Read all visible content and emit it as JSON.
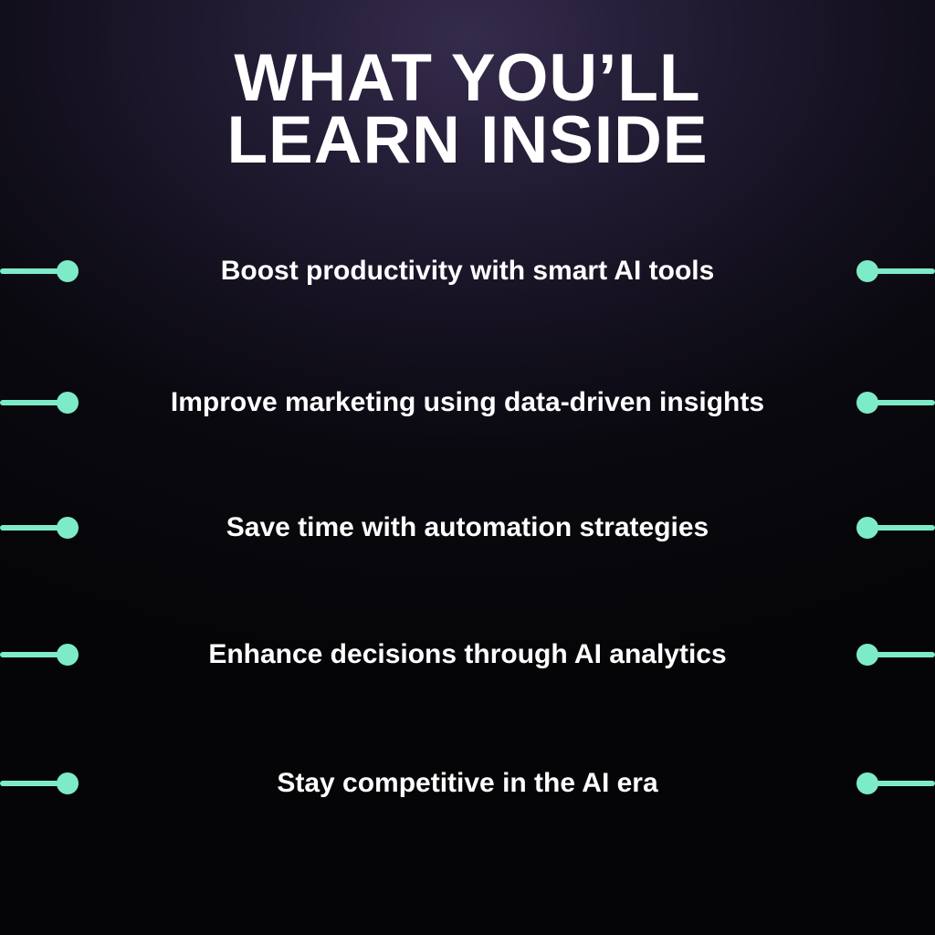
{
  "page": {
    "title_line1": "WHAT YOU’LL",
    "title_line2": "LEARN INSIDE"
  },
  "items": [
    {
      "label": "Boost productivity with smart AI tools"
    },
    {
      "label": "Improve marketing using data-driven insights"
    },
    {
      "label": "Save time with automation strategies"
    },
    {
      "label": "Enhance decisions through AI analytics"
    },
    {
      "label": "Stay competitive in the AI era"
    }
  ],
  "colors": {
    "accent": "#7DEBC7",
    "text": "#FFFFFF",
    "background_glow": "#352C4C",
    "background_base": "#050507"
  }
}
